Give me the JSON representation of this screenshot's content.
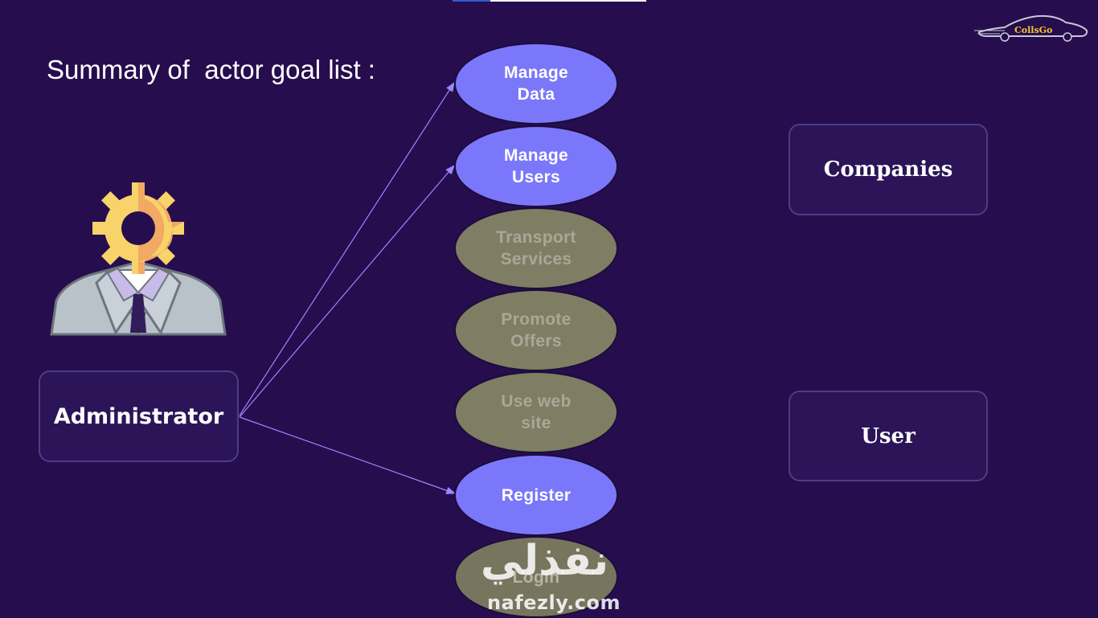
{
  "slide": {
    "title": "Summary of  actor goal list :",
    "logo_text": "CollsGo"
  },
  "actors": {
    "administrator": "Administrator",
    "companies": "Companies",
    "user": "User"
  },
  "use_cases": [
    {
      "label": "Manage\nData",
      "state": "active"
    },
    {
      "label": "Manage\nUsers",
      "state": "active"
    },
    {
      "label": "Transport\nServices",
      "state": "inactive"
    },
    {
      "label": "Promote\nOffers",
      "state": "inactive"
    },
    {
      "label": "Use web\nsite",
      "state": "inactive"
    },
    {
      "label": "Register",
      "state": "active"
    },
    {
      "label": "Login",
      "state": "inactive"
    }
  ],
  "watermark": {
    "arabic": "نفذلي",
    "latin": "nafezly.com"
  },
  "colors": {
    "background": "#260d4e",
    "active_use_case": "#7b77fb",
    "inactive_use_case": "#7f7d63",
    "arrow": "#9a86ff",
    "box_border": "#4b3d86"
  }
}
